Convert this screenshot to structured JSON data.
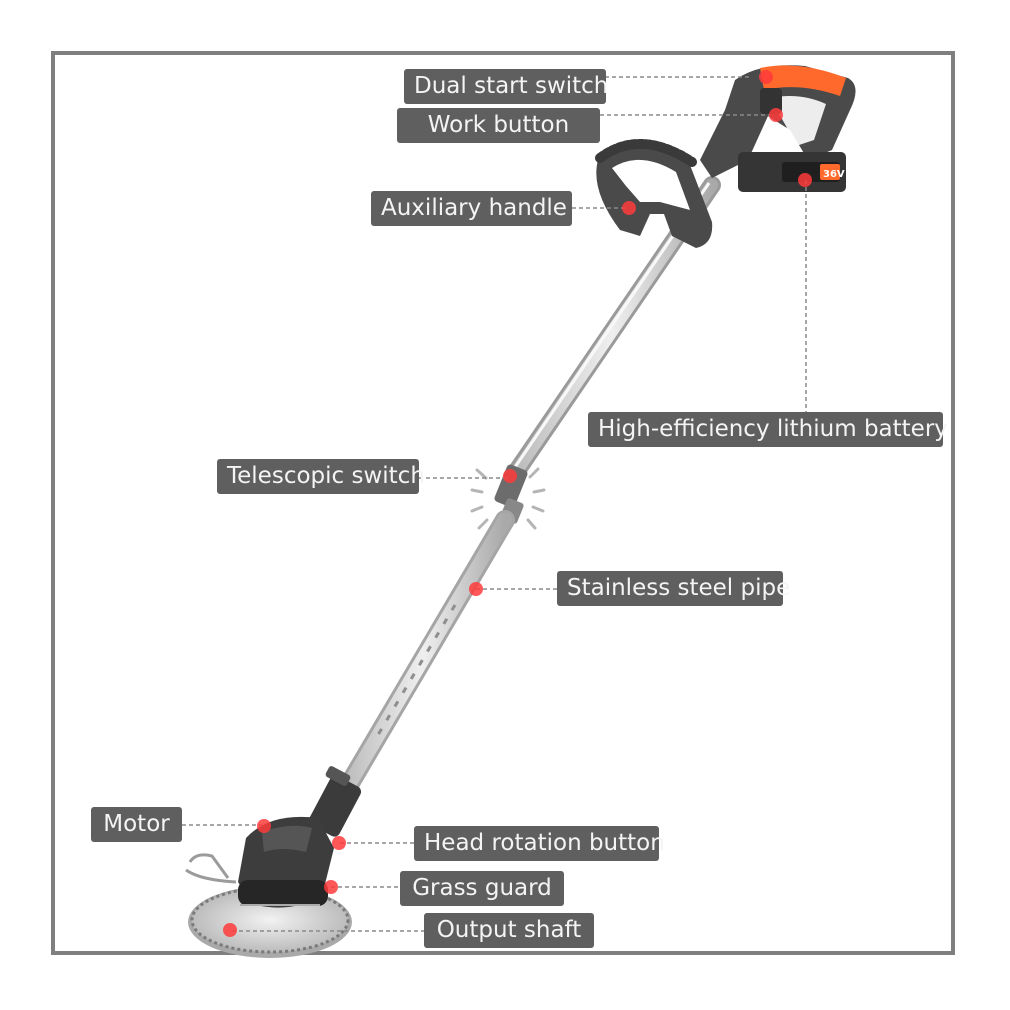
{
  "product": {
    "battery_voltage_text": "36V"
  },
  "callouts": {
    "dual_start_switch": "Dual start switch",
    "work_button": "Work button",
    "auxiliary_handle": "Auxiliary handle",
    "lithium_battery": "High-efficiency lithium battery",
    "telescopic_switch": "Telescopic switch",
    "stainless_steel_pipe": "Stainless steel pipe",
    "motor": "Motor",
    "head_rotation_button": "Head rotation button",
    "grass_guard": "Grass guard",
    "output_shaft": "Output shaft"
  },
  "colors": {
    "label_bg": "#5f5f5f",
    "label_text": "#f4f4f4",
    "marker": "#ff3b3b",
    "frame": "#7f7f7f",
    "leader": "#8a8a8a"
  }
}
